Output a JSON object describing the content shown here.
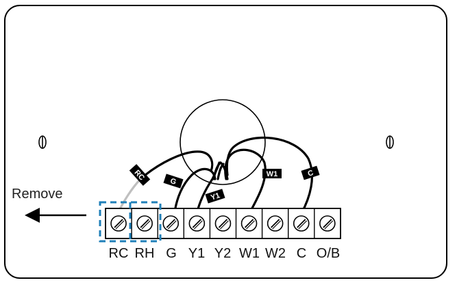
{
  "remove_label": "Remove",
  "terminals": [
    "RC",
    "RH",
    "G",
    "Y1",
    "Y2",
    "W1",
    "W2",
    "C",
    "O/B"
  ],
  "wire_tags": [
    "RC",
    "G",
    "Y1",
    "W1",
    "C"
  ],
  "colors": {
    "line": "#000000",
    "jumper_highlight": "#1f7fb8",
    "background": "#ffffff"
  },
  "icons": [
    "mounting-screw-icon",
    "terminal-screw-icon",
    "arrow-left-icon"
  ]
}
